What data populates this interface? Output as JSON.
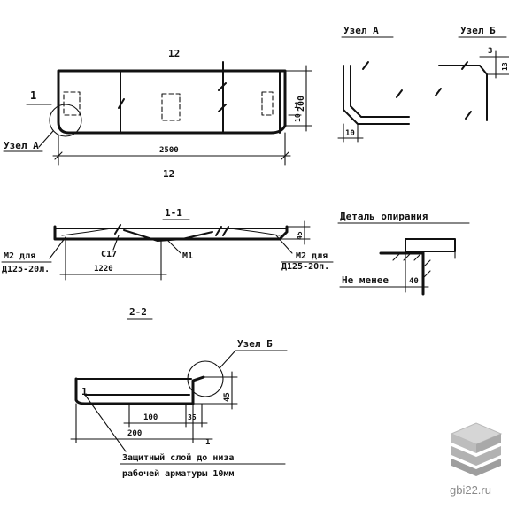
{
  "drawing": {
    "plan": {
      "top_dim": "12",
      "section_mark": "1",
      "node_a_label": "Узел А",
      "length_dim": "2500",
      "bottom_dim": "12",
      "height_dim": "200",
      "small_dim_a": "1",
      "small_dim_b": "10"
    },
    "node_a": {
      "title": "Узел А",
      "dim": "10"
    },
    "node_b": {
      "title": "Узел Б",
      "dim_a": "3",
      "dim_b": "13"
    },
    "section_1_1": {
      "title": "1-1",
      "left_label_line1": "М2 для",
      "left_label_line2": "Д125-20л.",
      "center_label_a": "С17",
      "center_dim": "1220",
      "center_label_b": "М1",
      "right_dim": "45",
      "right_label_line1": "М2 для",
      "right_label_line2": "Д125-20п."
    },
    "support_detail": {
      "title": "Деталь опирания",
      "note": "Не менее",
      "dim": "40"
    },
    "section_2_2": {
      "title": "2-2",
      "node_b_label": "Узел Б",
      "mark": "1",
      "height_dim": "45",
      "inner_dim": "100",
      "side_dim": "35",
      "width_dim": "200",
      "note_mark": "1",
      "note_line1": "Защитный слой до низа",
      "note_line2": "рабочей арматуры 10мм"
    },
    "watermark": {
      "text": "gbi22.ru"
    }
  }
}
